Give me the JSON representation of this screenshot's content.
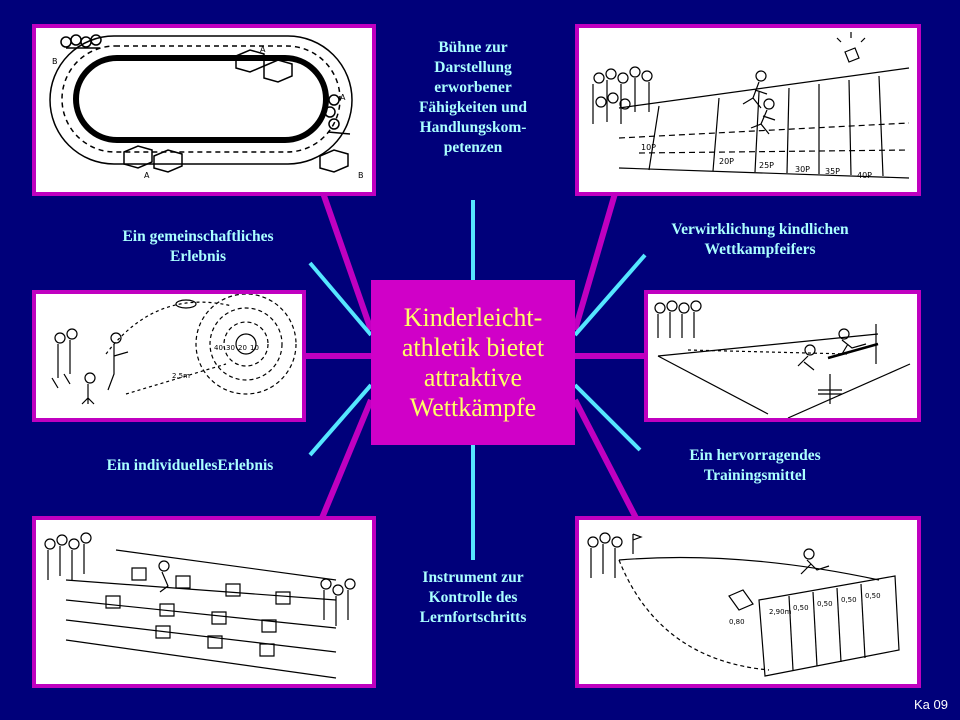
{
  "center": {
    "lines": [
      "Kinderleicht-",
      "athletik bietet",
      "attraktive",
      "Wettkämpfe"
    ]
  },
  "labels": {
    "top_center": [
      "Bühne zur",
      "Darstellung",
      "erworbener",
      "Fähigkeiten und",
      "Handlungskom-",
      "petenzen"
    ],
    "left_upper": [
      "Ein gemeinschaftliches",
      "Erlebnis"
    ],
    "right_upper": [
      "Verwirklichung kindlichen",
      "Wettkampfeifers"
    ],
    "left_lower": [
      "Ein individuellesErlebnis"
    ],
    "right_lower": [
      "Ein hervorragendes",
      "Trainingsmittel"
    ],
    "bottom_center": [
      "Instrument zur",
      "Kontrolle des",
      "Lernfortschritts"
    ]
  },
  "sketch_text": {
    "relay_marks": [
      "A",
      "A",
      "A",
      "B",
      "B"
    ],
    "sprint_marks": [
      "10P",
      "20P",
      "25P",
      "30P",
      "35P",
      "40P"
    ],
    "throw_distance": "2,5m",
    "throw_rings": [
      "40",
      "30",
      "20",
      "10"
    ],
    "jump_marks": [
      "2,90m",
      "0,50",
      "0,50",
      "0,50",
      "0,50",
      "0,80"
    ]
  },
  "page_code": "Ka 09",
  "colors": {
    "background": "#00007a",
    "panel_border": "#c000c0",
    "center_box": "#d000c8",
    "center_text": "#ffff66",
    "label_text": "#aaffff",
    "connector_magenta": "#c000c0",
    "connector_cyan": "#55e6ff"
  }
}
